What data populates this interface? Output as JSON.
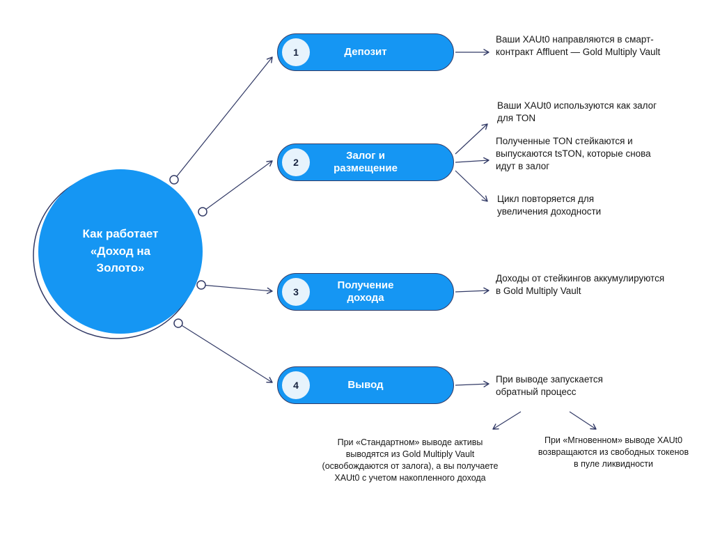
{
  "colors": {
    "primary_blue": "#1596f3",
    "outline_navy": "#323a66",
    "badge_background": "#e7f3fc",
    "badge_text": "#17233f",
    "body_text": "#161616"
  },
  "center_circle": {
    "title": "Как работает\n«Доход на\nЗолото»"
  },
  "steps": [
    {
      "number": "1",
      "label": "Депозит"
    },
    {
      "number": "2",
      "label": "Залог и\nразмещение"
    },
    {
      "number": "3",
      "label": "Получение\nдохода"
    },
    {
      "number": "4",
      "label": "Вывод"
    }
  ],
  "notes": {
    "step1": "Ваши XAUt0 направляются в смарт-контракт Affluent — Gold Multiply Vault",
    "step2_a": "Ваши XAUt0 используются как залог для TON",
    "step2_b": "Полученные TON стейкаются и выпускаются tsTON, которые снова идут в залог",
    "step2_c": "Цикл повторяется для увеличения доходности",
    "step3": "Доходы от стейкингов аккумулируются в Gold Multiply Vault",
    "step4": "При выводе запускается обратный процесс",
    "withdraw_standard": "При «Стандартном» выводе активы выводятся из Gold Multiply Vault (освобождаются от залога), а вы получаете XAUt0 с учетом накопленного дохода",
    "withdraw_instant": "При «Мгновенном» выводе XAUt0 возвращаются из свободных токенов в пуле ликвидности"
  }
}
